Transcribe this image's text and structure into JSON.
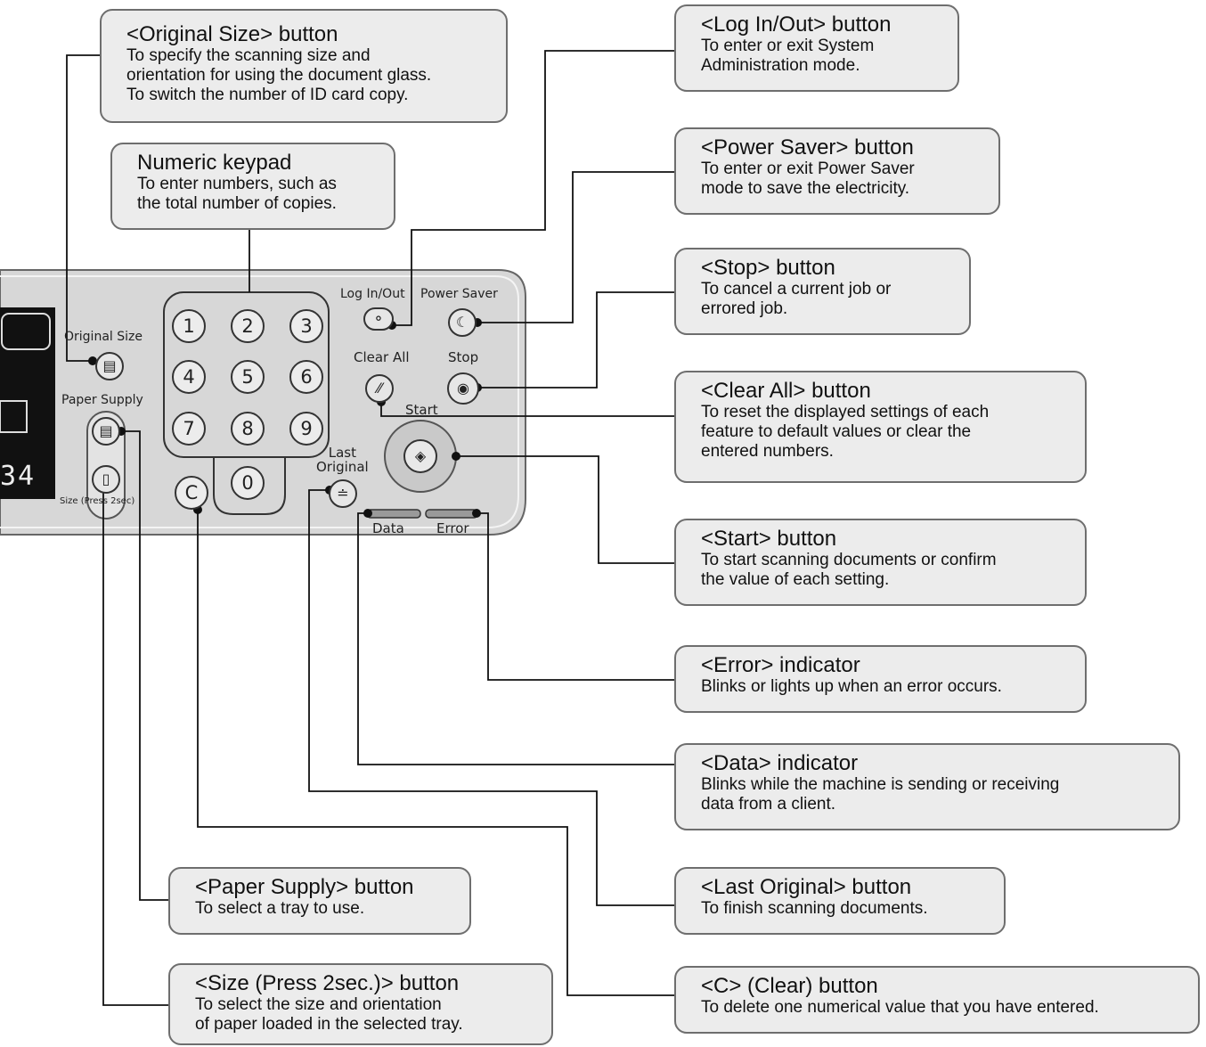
{
  "panel_labels": {
    "original_size": "Original Size",
    "paper_supply": "Paper Supply",
    "size_press": "Size (Press 2sec)",
    "log_in_out": "Log In/Out",
    "power_saver": "Power Saver",
    "clear_all": "Clear All",
    "stop": "Stop",
    "start": "Start",
    "last_original": "Last\nOriginal",
    "data": "Data",
    "error": "Error",
    "c_key": "C",
    "display_digits": "34"
  },
  "keypad": [
    "1",
    "2",
    "3",
    "4",
    "5",
    "6",
    "7",
    "8",
    "9",
    "0"
  ],
  "callouts": {
    "original_size": {
      "title": "<Original Size> button",
      "desc": "To specify the scanning size and\norientation for using the document glass.\nTo switch the number of ID card copy."
    },
    "numeric_keypad": {
      "title": "Numeric keypad",
      "desc": "To enter numbers, such as\nthe total number of copies."
    },
    "log_in_out": {
      "title": "<Log In/Out> button",
      "desc": "To enter or exit System\nAdministration mode."
    },
    "power_saver": {
      "title": "<Power Saver> button",
      "desc": "To enter or exit Power Saver\nmode to save the electricity."
    },
    "stop": {
      "title": "<Stop> button",
      "desc": "To cancel a current job or\nerrored job."
    },
    "clear_all": {
      "title": "<Clear All> button",
      "desc": "To reset the displayed settings of each\nfeature to default values or clear the\nentered numbers."
    },
    "start": {
      "title": "<Start> button",
      "desc": "To start scanning documents or confirm\nthe value of each setting."
    },
    "error": {
      "title": "<Error> indicator",
      "desc": "Blinks or lights up when an error occurs."
    },
    "data": {
      "title": "<Data> indicator",
      "desc": "Blinks while the machine is sending or receiving\ndata from a client."
    },
    "last_original": {
      "title": "<Last Original> button",
      "desc": "To finish scanning documents."
    },
    "paper_supply": {
      "title": "<Paper Supply> button",
      "desc": "To select a tray to use."
    },
    "size_press": {
      "title": "<Size (Press 2sec.)> button",
      "desc": "To select the size and orientation\nof paper loaded in the selected tray."
    },
    "c_clear": {
      "title": "<C> (Clear) button",
      "desc": "To delete one numerical value that you have entered."
    }
  },
  "colors": {
    "panel": "#d9d9d9",
    "callout_bg": "#ececec",
    "callout_border": "#6e6e6e",
    "line": "#111111"
  }
}
